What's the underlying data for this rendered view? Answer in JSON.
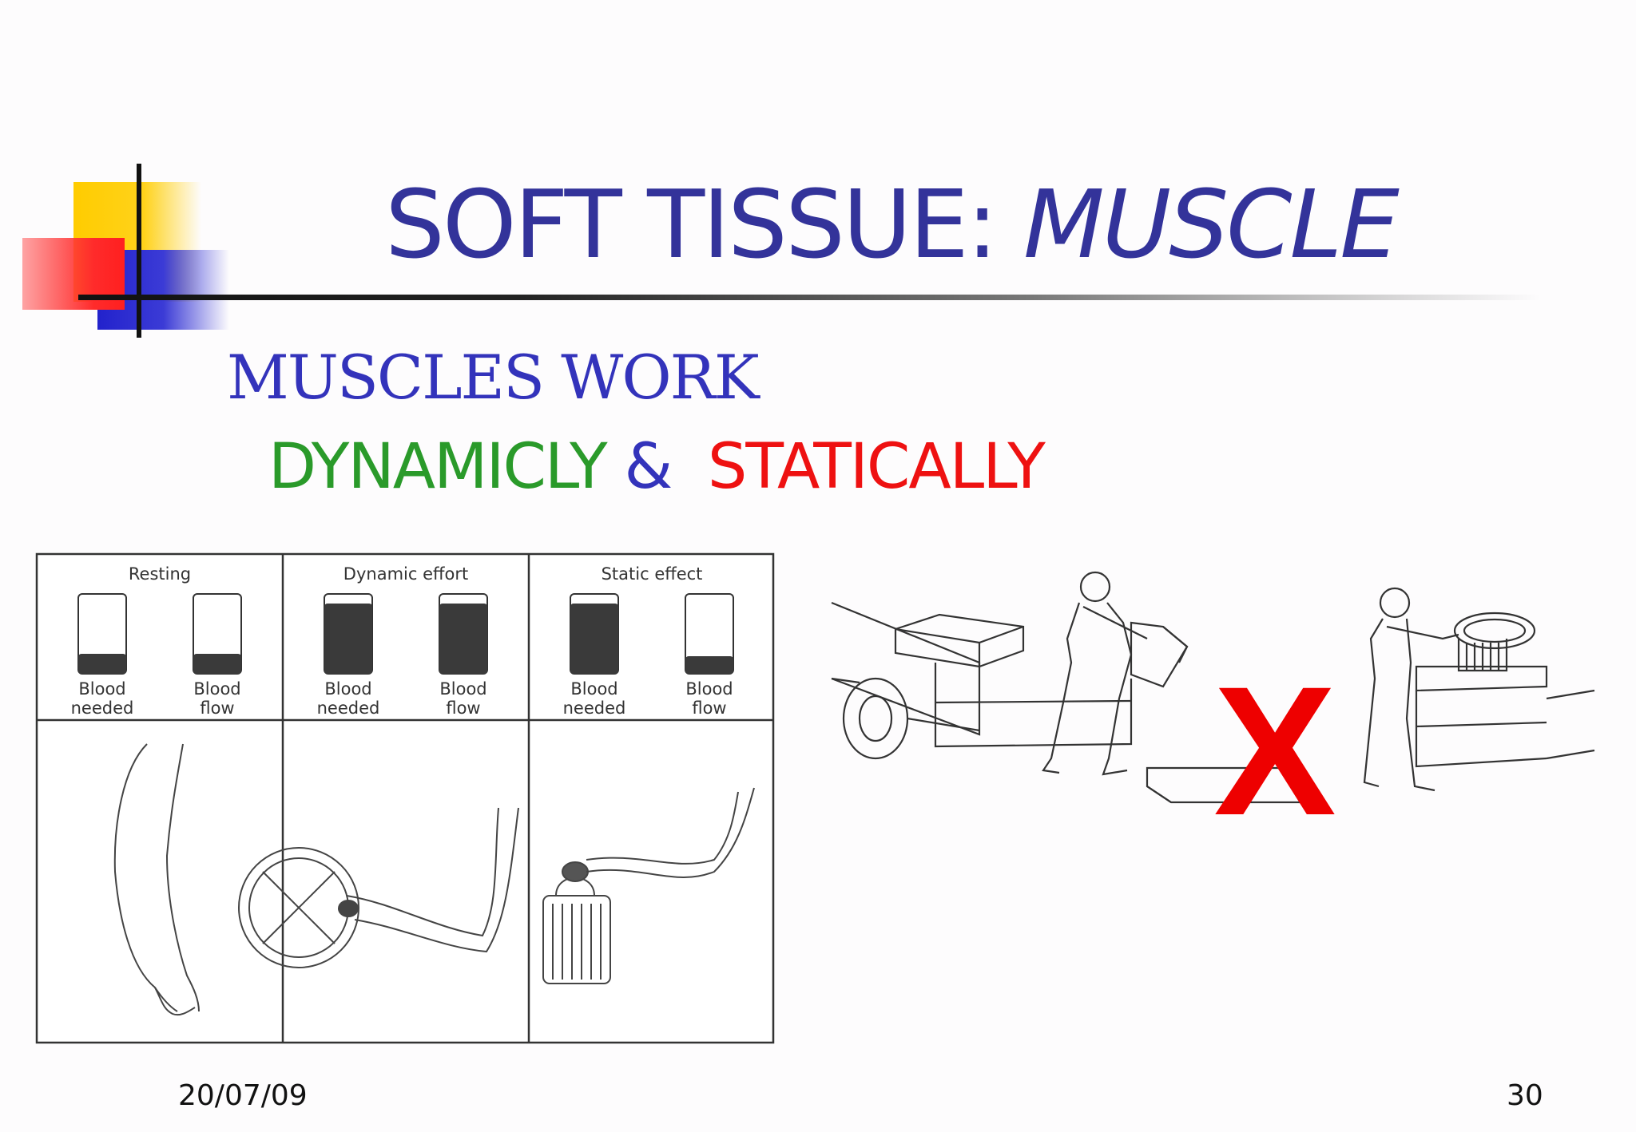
{
  "slide": {
    "title_main": "SOFT TISSUE: ",
    "title_emph": "MUSCLE",
    "subtitle": "MUSCLES WORK",
    "line2_part1": "DYNAMICLY",
    "line2_part2": "&",
    "line2_part3": "STATICALLY",
    "footer_date": "20/07/09",
    "slide_number": "30"
  },
  "figure": {
    "panels": [
      {
        "heading": "Resting",
        "needed_level": 0.25,
        "flow_level": 0.25
      },
      {
        "heading": "Dynamic effort",
        "needed_level": 0.88,
        "flow_level": 0.88
      },
      {
        "heading": "Static effect",
        "needed_level": 0.88,
        "flow_level": 0.22
      }
    ],
    "label_blood": "Blood",
    "label_needed": "needed",
    "label_flow": "flow"
  },
  "scene": {
    "cross_mark": "X",
    "cross_color": "#ee0000"
  },
  "colors": {
    "title": "#33339a",
    "dynamic": "#2a9a2a",
    "ampersand": "#3333bb",
    "static": "#ee1111"
  }
}
